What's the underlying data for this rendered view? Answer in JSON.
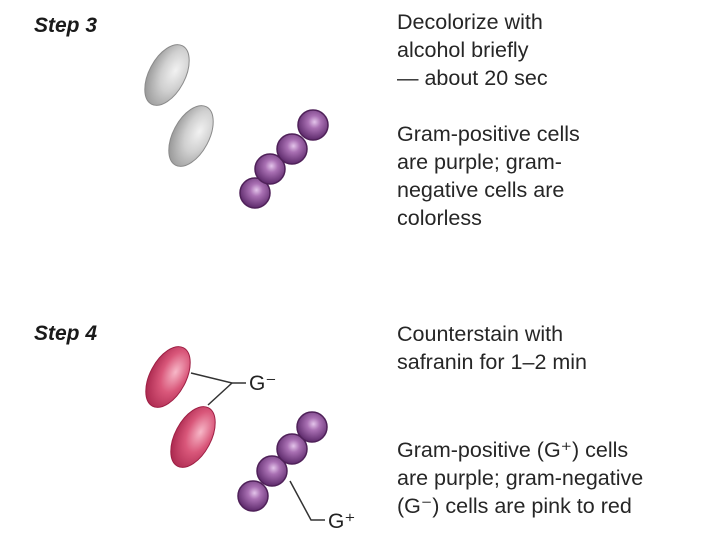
{
  "step3": {
    "title": "Step 3",
    "instruction": "Decolorize with\nalcohol briefly\n— about 20 sec",
    "result": "Gram-positive cells\nare purple; gram-\nnegative cells are\ncolorless"
  },
  "step4": {
    "title": "Step 4",
    "instruction": "Counterstain with\nsafranin for 1–2 min",
    "result": "Gram-positive (G⁺) cells\nare purple; gram-negative\n(G⁻) cells are pink to red",
    "label_negative": "G⁻",
    "label_positive": "G⁺"
  },
  "colors": {
    "colorless_cell": "#bdbdbd",
    "purple_cell": "#8a4a93",
    "pink_cell": "#c93f66"
  }
}
